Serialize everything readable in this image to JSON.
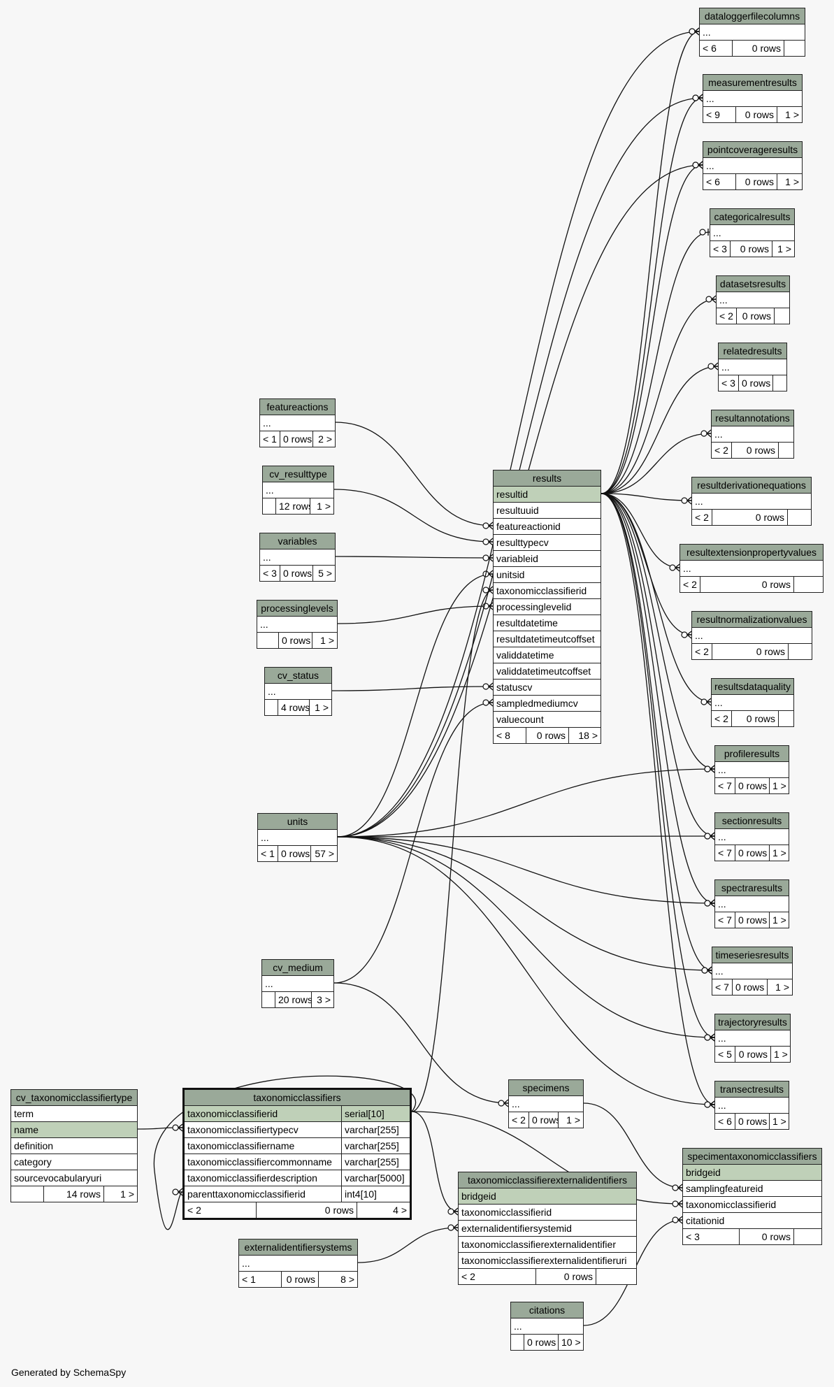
{
  "credit": "Generated by SchemaSpy",
  "colors": {
    "header": "#9aa999",
    "key_row": "#bfd0b8",
    "line": "#111111",
    "background": "#f7f7f7"
  },
  "tables": [
    {
      "id": "dataloggerfilecolumns",
      "title": "dataloggerfilecolumns",
      "rows": [
        {
          "name": "..."
        }
      ],
      "footer": {
        "parents": "< 6",
        "rows": "0 rows",
        "children": ""
      }
    },
    {
      "id": "measurementresults",
      "title": "measurementresults",
      "rows": [
        {
          "name": "..."
        }
      ],
      "footer": {
        "parents": "< 9",
        "rows": "0 rows",
        "children": "1 >"
      }
    },
    {
      "id": "pointcoverageresults",
      "title": "pointcoverageresults",
      "rows": [
        {
          "name": "..."
        }
      ],
      "footer": {
        "parents": "< 6",
        "rows": "0 rows",
        "children": "1 >"
      }
    },
    {
      "id": "categoricalresults",
      "title": "categoricalresults",
      "rows": [
        {
          "name": "..."
        }
      ],
      "footer": {
        "parents": "< 3",
        "rows": "0 rows",
        "children": "1 >"
      }
    },
    {
      "id": "datasetsresults",
      "title": "datasetsresults",
      "rows": [
        {
          "name": "..."
        }
      ],
      "footer": {
        "parents": "< 2",
        "rows": "0 rows",
        "children": ""
      }
    },
    {
      "id": "relatedresults",
      "title": "relatedresults",
      "rows": [
        {
          "name": "..."
        }
      ],
      "footer": {
        "parents": "< 3",
        "rows": "0 rows",
        "children": ""
      }
    },
    {
      "id": "resultannotations",
      "title": "resultannotations",
      "rows": [
        {
          "name": "..."
        }
      ],
      "footer": {
        "parents": "< 2",
        "rows": "0 rows",
        "children": ""
      }
    },
    {
      "id": "resultderivationequations",
      "title": "resultderivationequations",
      "rows": [
        {
          "name": "..."
        }
      ],
      "footer": {
        "parents": "< 2",
        "rows": "0 rows",
        "children": ""
      }
    },
    {
      "id": "resultextensionpropertyvalues",
      "title": "resultextensionpropertyvalues",
      "rows": [
        {
          "name": "..."
        }
      ],
      "footer": {
        "parents": "< 2",
        "rows": "0 rows",
        "children": ""
      }
    },
    {
      "id": "resultnormalizationvalues",
      "title": "resultnormalizationvalues",
      "rows": [
        {
          "name": "..."
        }
      ],
      "footer": {
        "parents": "< 2",
        "rows": "0 rows",
        "children": ""
      }
    },
    {
      "id": "resultsdataquality",
      "title": "resultsdataquality",
      "rows": [
        {
          "name": "..."
        }
      ],
      "footer": {
        "parents": "< 2",
        "rows": "0 rows",
        "children": ""
      }
    },
    {
      "id": "profileresults",
      "title": "profileresults",
      "rows": [
        {
          "name": "..."
        }
      ],
      "footer": {
        "parents": "< 7",
        "rows": "0 rows",
        "children": "1 >"
      }
    },
    {
      "id": "sectionresults",
      "title": "sectionresults",
      "rows": [
        {
          "name": "..."
        }
      ],
      "footer": {
        "parents": "< 7",
        "rows": "0 rows",
        "children": "1 >"
      }
    },
    {
      "id": "spectraresults",
      "title": "spectraresults",
      "rows": [
        {
          "name": "..."
        }
      ],
      "footer": {
        "parents": "< 7",
        "rows": "0 rows",
        "children": "1 >"
      }
    },
    {
      "id": "timeseriesresults",
      "title": "timeseriesresults",
      "rows": [
        {
          "name": "..."
        }
      ],
      "footer": {
        "parents": "< 7",
        "rows": "0 rows",
        "children": "1 >"
      }
    },
    {
      "id": "trajectoryresults",
      "title": "trajectoryresults",
      "rows": [
        {
          "name": "..."
        }
      ],
      "footer": {
        "parents": "< 5",
        "rows": "0 rows",
        "children": "1 >"
      }
    },
    {
      "id": "transectresults",
      "title": "transectresults",
      "rows": [
        {
          "name": "..."
        }
      ],
      "footer": {
        "parents": "< 6",
        "rows": "0 rows",
        "children": "1 >"
      }
    },
    {
      "id": "specimentaxonomicclassifiers",
      "title": "specimentaxonomicclassifiers",
      "rows": [
        {
          "name": "bridgeid",
          "pk": true
        },
        {
          "name": "samplingfeatureid"
        },
        {
          "name": "taxonomicclassifierid"
        },
        {
          "name": "citationid"
        }
      ],
      "footer": {
        "parents": "< 3",
        "rows": "0 rows",
        "children": ""
      }
    },
    {
      "id": "results",
      "title": "results",
      "rows": [
        {
          "name": "resultid",
          "pk": true
        },
        {
          "name": "resultuuid"
        },
        {
          "name": "featureactionid"
        },
        {
          "name": "resulttypecv"
        },
        {
          "name": "variableid"
        },
        {
          "name": "unitsid"
        },
        {
          "name": "taxonomicclassifierid"
        },
        {
          "name": "processinglevelid"
        },
        {
          "name": "resultdatetime"
        },
        {
          "name": "resultdatetimeutcoffset"
        },
        {
          "name": "validdatetime"
        },
        {
          "name": "validdatetimeutcoffset"
        },
        {
          "name": "statuscv"
        },
        {
          "name": "sampledmediumcv"
        },
        {
          "name": "valuecount"
        }
      ],
      "footer": {
        "parents": "< 8",
        "rows": "0 rows",
        "children": "18 >"
      }
    },
    {
      "id": "featureactions",
      "title": "featureactions",
      "rows": [
        {
          "name": "..."
        }
      ],
      "footer": {
        "parents": "< 1",
        "rows": "0 rows",
        "children": "2 >"
      }
    },
    {
      "id": "cv_resulttype",
      "title": "cv_resulttype",
      "rows": [
        {
          "name": "..."
        }
      ],
      "footer": {
        "parents": "",
        "rows": "12 rows",
        "children": "1 >"
      }
    },
    {
      "id": "variables",
      "title": "variables",
      "rows": [
        {
          "name": "..."
        }
      ],
      "footer": {
        "parents": "< 3",
        "rows": "0 rows",
        "children": "5 >"
      }
    },
    {
      "id": "processinglevels",
      "title": "processinglevels",
      "rows": [
        {
          "name": "..."
        }
      ],
      "footer": {
        "parents": "",
        "rows": "0 rows",
        "children": "1 >"
      }
    },
    {
      "id": "cv_status",
      "title": "cv_status",
      "rows": [
        {
          "name": "..."
        }
      ],
      "footer": {
        "parents": "",
        "rows": "4 rows",
        "children": "1 >"
      }
    },
    {
      "id": "units",
      "title": "units",
      "rows": [
        {
          "name": "..."
        }
      ],
      "footer": {
        "parents": "< 1",
        "rows": "0 rows",
        "children": "57 >"
      }
    },
    {
      "id": "cv_medium",
      "title": "cv_medium",
      "rows": [
        {
          "name": "..."
        }
      ],
      "footer": {
        "parents": "",
        "rows": "20 rows",
        "children": "3 >"
      }
    },
    {
      "id": "specimens",
      "title": "specimens",
      "rows": [
        {
          "name": "..."
        }
      ],
      "footer": {
        "parents": "< 2",
        "rows": "0 rows",
        "children": "1 >"
      }
    },
    {
      "id": "cv_taxonomicclassifiertype",
      "title": "cv_taxonomicclassifiertype",
      "rows": [
        {
          "name": "term"
        },
        {
          "name": "name",
          "pk": true
        },
        {
          "name": "definition"
        },
        {
          "name": "category"
        },
        {
          "name": "sourcevocabularyuri"
        }
      ],
      "footer": {
        "parents": "",
        "rows": "14 rows",
        "children": "1 >"
      }
    },
    {
      "id": "taxonomicclassifiers",
      "title": "taxonomicclassifiers",
      "focus": true,
      "rows": [
        {
          "name": "taxonomicclassifierid",
          "type": "serial[10]",
          "pk": true
        },
        {
          "name": "taxonomicclassifiertypecv",
          "type": "varchar[255]"
        },
        {
          "name": "taxonomicclassifiername",
          "type": "varchar[255]"
        },
        {
          "name": "taxonomicclassifiercommonname",
          "type": "varchar[255]"
        },
        {
          "name": "taxonomicclassifierdescription",
          "type": "varchar[5000]"
        },
        {
          "name": "parenttaxonomicclassifierid",
          "type": "int4[10]"
        }
      ],
      "footer": {
        "parents": "< 2",
        "rows": "0 rows",
        "children": "4 >"
      }
    },
    {
      "id": "taxonomicclassifierexternalidentifiers",
      "title": "taxonomicclassifierexternalidentifiers",
      "rows": [
        {
          "name": "bridgeid",
          "pk": true
        },
        {
          "name": "taxonomicclassifierid"
        },
        {
          "name": "externalidentifiersystemid"
        },
        {
          "name": "taxonomicclassifierexternalidentifier"
        },
        {
          "name": "taxonomicclassifierexternalidentifieruri"
        }
      ],
      "footer": {
        "parents": "< 2",
        "rows": "0 rows",
        "children": ""
      }
    },
    {
      "id": "externalidentifiersystems",
      "title": "externalidentifiersystems",
      "rows": [
        {
          "name": "..."
        }
      ],
      "footer": {
        "parents": "< 1",
        "rows": "0 rows",
        "children": "8 >"
      }
    },
    {
      "id": "citations",
      "title": "citations",
      "rows": [
        {
          "name": "..."
        }
      ],
      "footer": {
        "parents": "",
        "rows": "0 rows",
        "children": "10 >"
      }
    }
  ]
}
